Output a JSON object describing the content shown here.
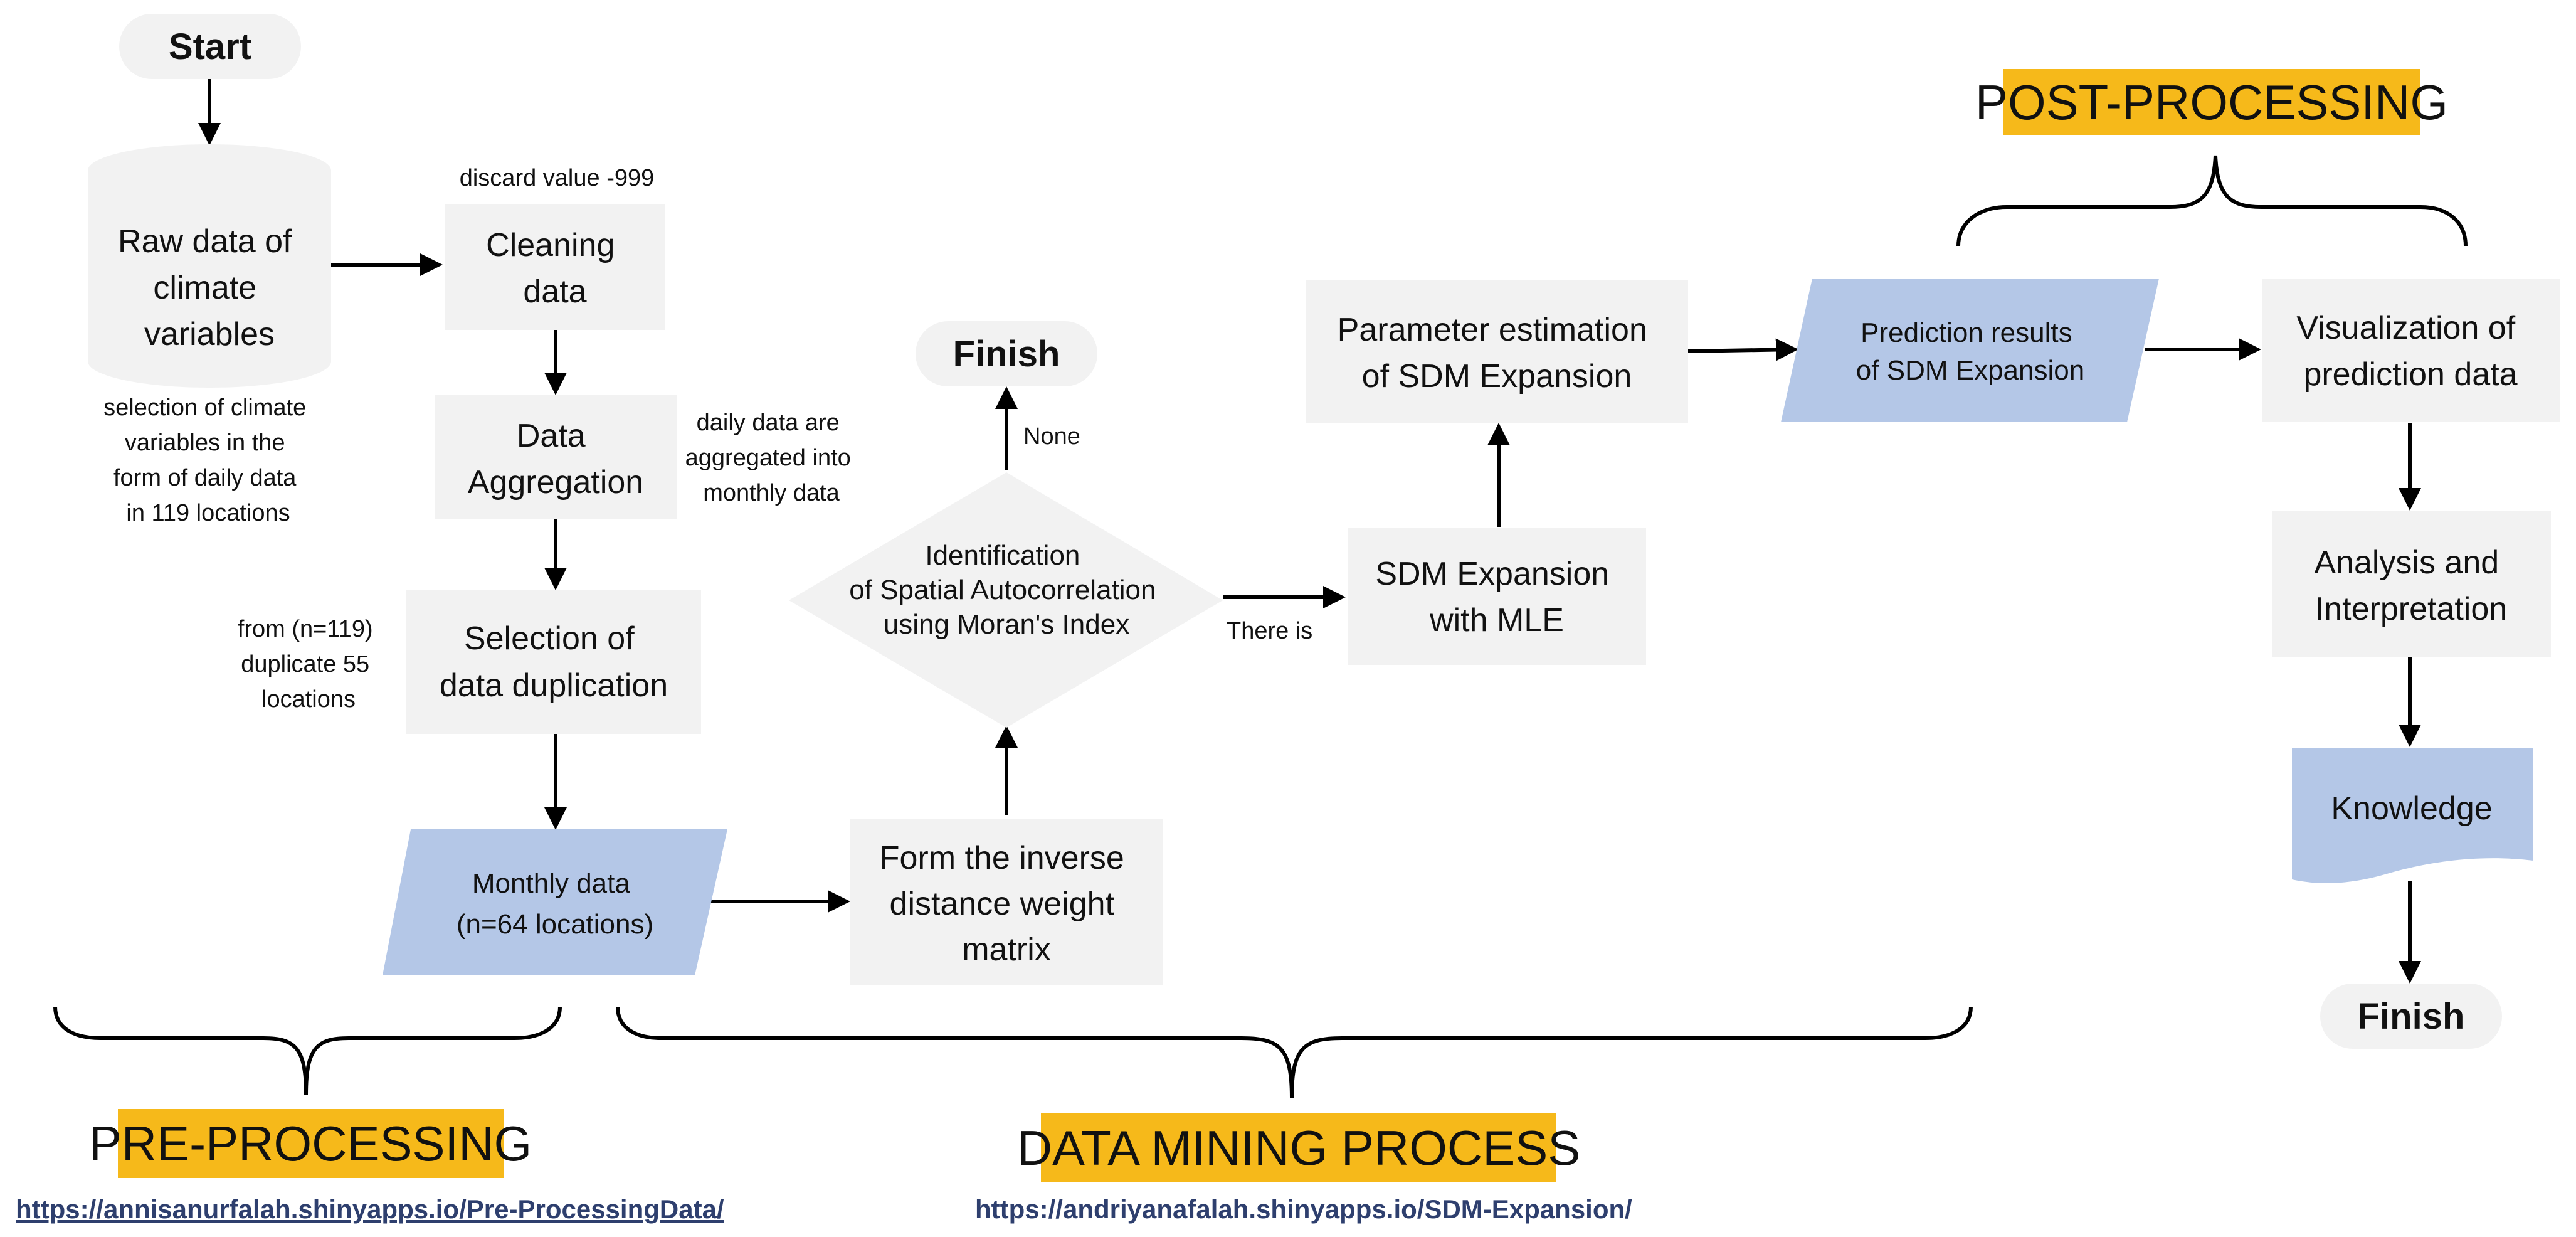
{
  "nodes": {
    "start": "Start",
    "raw_data": [
      "Raw data of",
      "climate",
      "variables"
    ],
    "cleaning": [
      "Cleaning",
      "data"
    ],
    "aggregation": [
      "Data",
      "Aggregation"
    ],
    "selection": [
      "Selection of",
      "data duplication"
    ],
    "monthly": [
      "Monthly data",
      "(n=64 locations)"
    ],
    "idw": [
      "Form the inverse",
      "distance weight",
      "matrix"
    ],
    "moran": [
      "Identification",
      "of Spatial Autocorrelation",
      "using Moran's Index"
    ],
    "finish_top": "Finish",
    "sdm_mle": [
      "SDM Expansion",
      "with MLE"
    ],
    "param": [
      "Parameter estimation",
      "of SDM Expansion"
    ],
    "prediction": [
      "Prediction results",
      "of SDM Expansion"
    ],
    "visualization": [
      "Visualization of",
      "prediction data"
    ],
    "analysis": [
      "Analysis and",
      "Interpretation"
    ],
    "knowledge": "Knowledge",
    "finish_bottom": "Finish"
  },
  "notes": {
    "discard": "discard value -999",
    "selection_climate": [
      "selection of climate",
      "variables in the",
      "form of daily data",
      "in 119 locations"
    ],
    "aggregated": [
      "daily data are",
      "aggregated into",
      "monthly data"
    ],
    "duplicate": [
      "from (n=119)",
      "duplicate 55",
      "locations"
    ],
    "none": "None",
    "there_is": "There is"
  },
  "phases": {
    "pre": "PRE-PROCESSING",
    "mining": "DATA MINING PROCESS",
    "post": "POST-PROCESSING"
  },
  "links": {
    "pre": "https://annisanurfalah.shinyapps.io/Pre-ProcessingData/",
    "sdm": "https://andriyanafalah.shinyapps.io/SDM-Expansion/"
  },
  "colors": {
    "box": "#f2f2f2",
    "data_shape": "#b4c7e7",
    "phase_label": "#f6b91a",
    "link": "#2e3f6e"
  }
}
